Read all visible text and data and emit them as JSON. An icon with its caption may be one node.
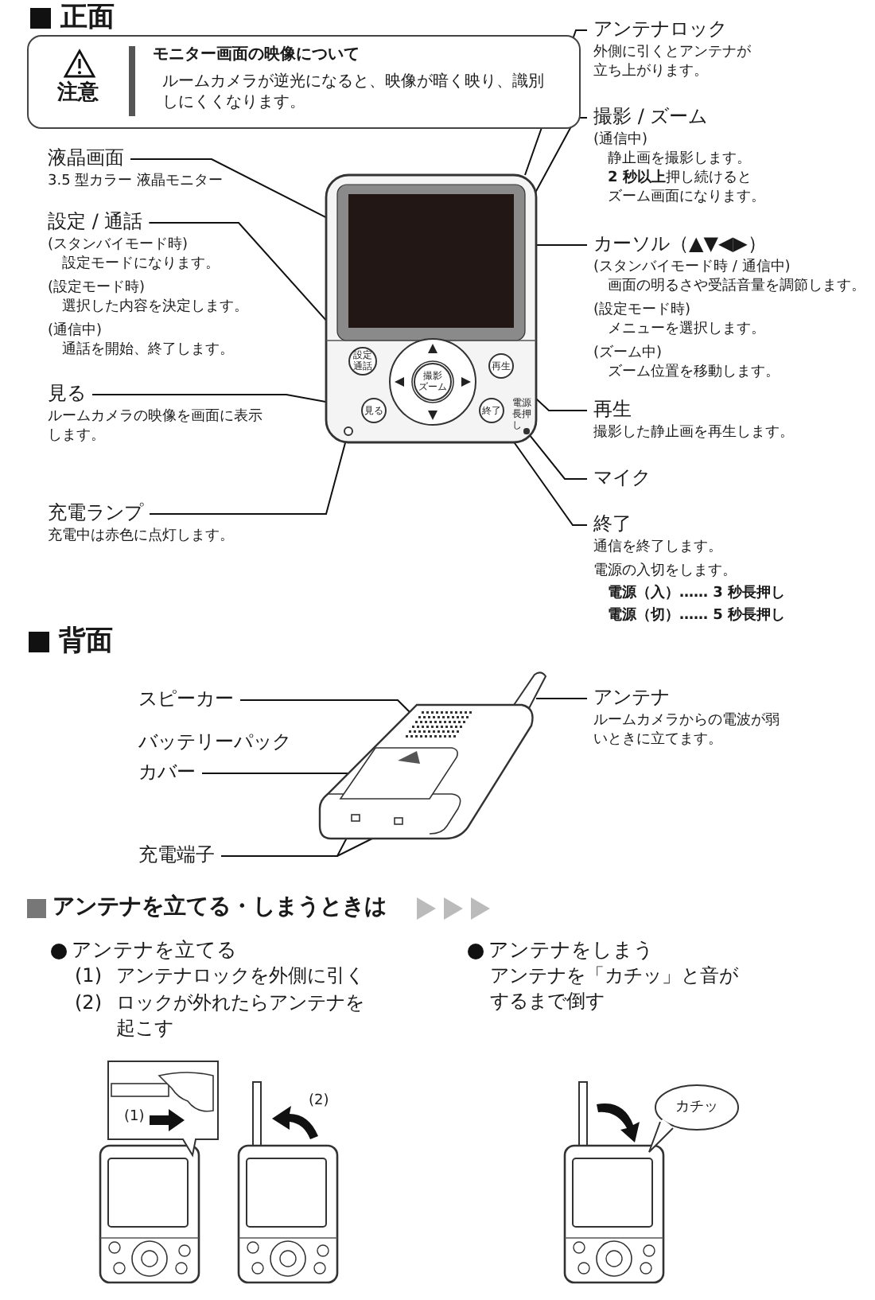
{
  "diagram": {
    "nodes": [
      {
        "text": [
          "注意",
          "モニター画面の映像について",
          "ルームカメラが逆光になると、映像が暗く映り、識別しにくくなります。"
        ]
      },
      {
        "text": [
          "液晶画面",
          "3.5 型カラー 液晶モニター"
        ]
      },
      {
        "text": [
          "設定 / 通話",
          "(スタンバイモード時)",
          "設定モードになります。",
          "(設定モード時)",
          "選択した内容を決定します。",
          "(通信中)",
          "通話を開始、終了します。"
        ]
      },
      {
        "text": [
          "見る",
          "ルームカメラの映像を画面に表示します。"
        ]
      },
      {
        "text": [
          "充電ランプ",
          "充電中は赤色に点灯します。"
        ]
      },
      {
        "text": [
          "アンテナロック",
          "外側に引くとアンテナが立ち上がります。"
        ]
      },
      {
        "text": [
          "撮影 / ズーム",
          "(通信中)",
          "静止画を撮影します。",
          "**2 秒以上**押し続けるとズーム画面になります。"
        ]
      },
      {
        "text": [
          "カーソル（▲▼◀▶）",
          "(スタンバイモード時 / 通信中)",
          "画面の明るさや受話音量を調節します。",
          "(設定モード時)",
          "メニューを選択します。",
          "(ズーム中)",
          "ズーム位置を移動します。"
        ]
      },
      {
        "text": [
          "再生",
          "撮影した静止画を再生します。"
        ]
      },
      {
        "text": [
          "マイク"
        ]
      },
      {
        "text": [
          "終了",
          "通信を終了します。",
          "電源の入切をします。",
          "電源（入）…… 3 秒長押し",
          "電源（切）…… 5 秒長押し"
        ]
      },
      {
        "text": [],
        "shape": "picture"
      },
      {
        "text": [],
        "shape": "box",
        "in": 11
      },
      {
        "text": [
          "設定通話"
        ],
        "in": 11
      },
      {
        "text": [
          "撮影ズーム"
        ],
        "in": 11
      },
      {
        "text": [
          "見る"
        ],
        "in": 11
      },
      {
        "text": [
          "再生"
        ],
        "in": 11
      },
      {
        "text": [
          "終了"
        ],
        "in": 11
      },
      {
        "text": [],
        "shape": "circle",
        "in": 11
      },
      {
        "text": [],
        "shape": "circle",
        "in": 11
      },
      {
        "text": [],
        "shape": "picture"
      },
      {
        "text": [
          "スピーカー"
        ]
      },
      {
        "text": [
          "バッテリーパックカバー"
        ]
      },
      {
        "text": [
          "充電端子"
        ]
      },
      {
        "text": [
          "アンテナ",
          "ルームカメラからの電波が弱いときに立てます。"
        ]
      },
      {
        "text": [
          "カチッ"
        ]
      }
    ],
    "edges": [
      {
        "from": 1,
        "to": 12,
        "arrow": "none"
      },
      {
        "from": 2,
        "to": 13,
        "arrow": "none"
      },
      {
        "from": 3,
        "to": 15,
        "arrow": "none"
      },
      {
        "from": 4,
        "to": 18,
        "arrow": "none"
      },
      {
        "from": 5,
        "to": 11,
        "arrow": "none"
      },
      {
        "from": 6,
        "to": 14,
        "arrow": "none"
      },
      {
        "from": 7,
        "to": 11,
        "arrow": "none"
      },
      {
        "from": 8,
        "to": 16,
        "arrow": "none"
      },
      {
        "from": 9,
        "to": 19,
        "arrow": "none"
      },
      {
        "from": 10,
        "to": 17,
        "arrow": "none"
      },
      {
        "from": 21,
        "to": 20,
        "arrow": "none"
      },
      {
        "from": 22,
        "to": 20,
        "arrow": "none"
      },
      {
        "from": 23,
        "to": 20,
        "arrow": "none"
      },
      {
        "from": 23,
        "to": 20,
        "arrow": "none"
      },
      {
        "from": 24,
        "to": 20,
        "arrow": "none"
      }
    ],
    "labels": [
      "正面",
      "背面",
      "アンテナを立てる・しまうときは",
      "アンテナを立てる",
      "(1)",
      "アンテナロックを外側に引く",
      "(2)",
      "ロックが外れたらアンテナを起こす",
      "アンテナをしまう",
      "アンテナを「カチッ」と音がするまで倒す",
      "(1)",
      "(2)",
      "電源長押し"
    ]
  }
}
